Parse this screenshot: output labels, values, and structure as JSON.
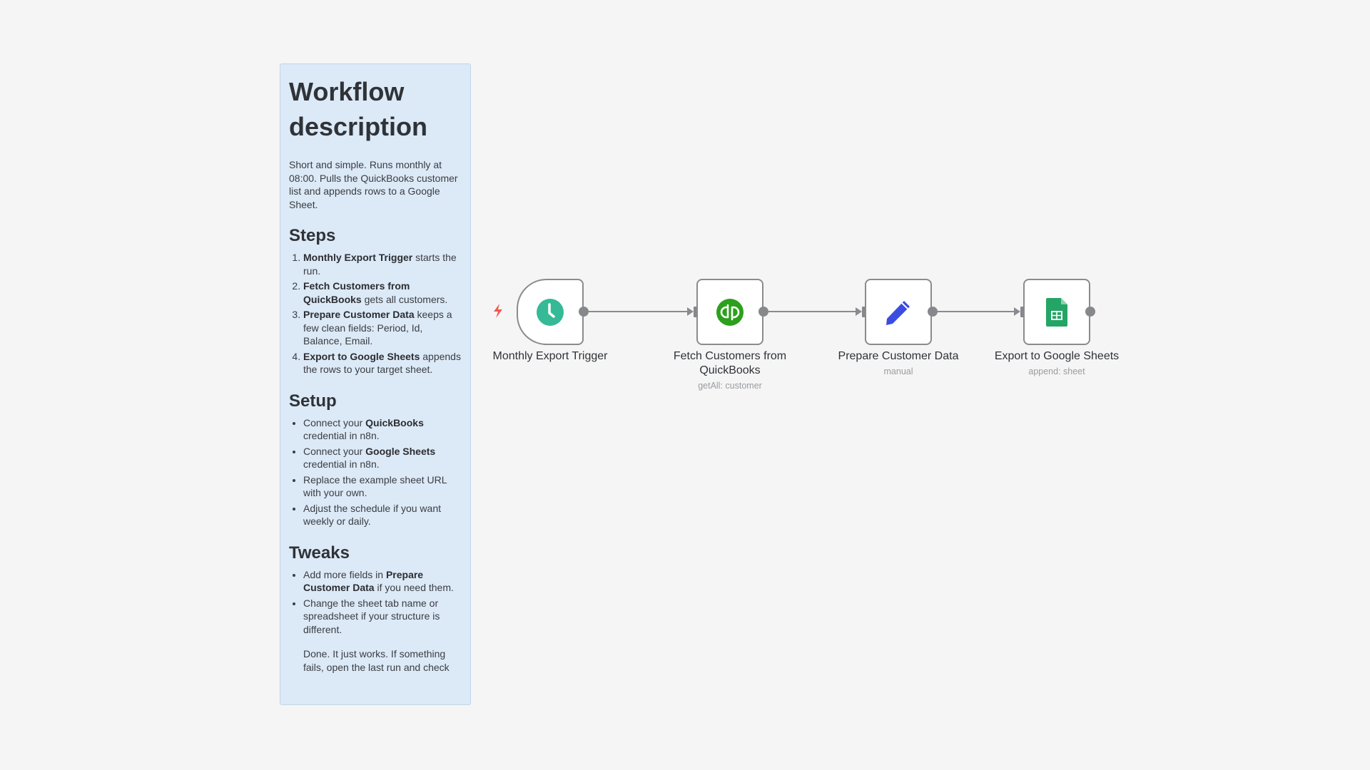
{
  "sticky_note": {
    "title": "Workflow description",
    "intro": "Short and simple. Runs monthly at 08:00. Pulls the QuickBooks customer list and appends rows to a Google Sheet.",
    "steps_heading": "Steps",
    "steps": [
      {
        "bold": "Monthly Export Trigger",
        "text": " starts the run."
      },
      {
        "bold": "Fetch Customers from QuickBooks",
        "text": " gets all customers."
      },
      {
        "bold": "Prepare Customer Data",
        "text": " keeps a few clean fields: Period, Id, Balance, Email."
      },
      {
        "bold": "Export to Google Sheets",
        "text": " appends the rows to your target sheet."
      }
    ],
    "setup_heading": "Setup",
    "setup": [
      {
        "pre": "Connect your ",
        "bold": "QuickBooks",
        "text": " credential in n8n."
      },
      {
        "pre": "Connect your ",
        "bold": "Google Sheets",
        "text": " credential in n8n."
      },
      {
        "pre": "Replace the example sheet URL with your own.",
        "bold": "",
        "text": ""
      },
      {
        "pre": "Adjust the schedule if you want weekly or daily.",
        "bold": "",
        "text": ""
      }
    ],
    "tweaks_heading": "Tweaks",
    "tweaks": [
      {
        "pre": "Add more fields in ",
        "bold": "Prepare Customer Data",
        "text": " if you need them."
      },
      {
        "pre": "Change the sheet tab name or spreadsheet if your structure is different.",
        "bold": "",
        "text": ""
      }
    ],
    "closing": "Done. It just works. If something fails, open the last run and check"
  },
  "nodes": [
    {
      "name": "Monthly Export Trigger",
      "subtitle": "",
      "icon": "clock-icon",
      "color": "#35b996"
    },
    {
      "name": "Fetch Customers from QuickBooks",
      "subtitle": "getAll: customer",
      "icon": "quickbooks-icon",
      "color": "#2ca01c"
    },
    {
      "name": "Prepare Customer Data",
      "subtitle": "manual",
      "icon": "pencil-icon",
      "color": "#3a4de0"
    },
    {
      "name": "Export to Google Sheets",
      "subtitle": "append: sheet",
      "icon": "google-sheets-icon",
      "color": "#23a566"
    }
  ],
  "trigger_marker": {
    "icon": "lightning-bolt-icon",
    "color": "#f05a4a"
  }
}
